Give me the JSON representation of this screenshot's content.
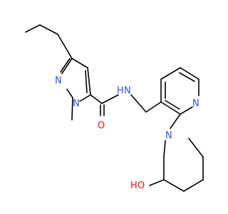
{
  "atoms": {
    "n_pyrazole_1": "N",
    "n_pyrazole_2": "N",
    "n_amide": "N",
    "h_amide": "H",
    "o_carbonyl": "O",
    "n_pyridine": "N",
    "n_piperidine": "N",
    "o_hydroxyl": "O",
    "h_hydroxyl": "H"
  },
  "colors": {
    "bond": "#000000",
    "nitrogen": "#3050F8",
    "oxygen": "#FF0D0D",
    "background": "#ffffff"
  }
}
